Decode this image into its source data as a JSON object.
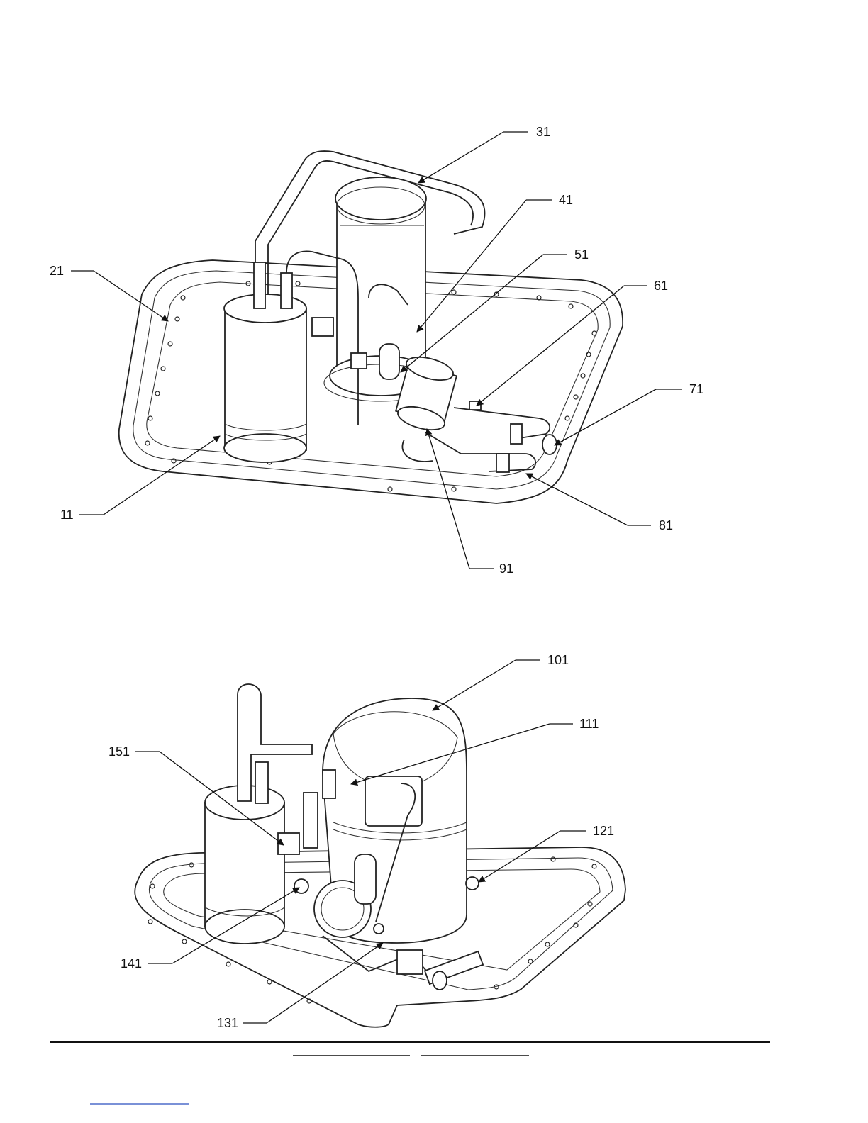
{
  "diagram": {
    "top_assembly": {
      "callouts": [
        {
          "id": "c31",
          "label": "31"
        },
        {
          "id": "c41",
          "label": "41"
        },
        {
          "id": "c51",
          "label": "51"
        },
        {
          "id": "c61",
          "label": "61"
        },
        {
          "id": "c21",
          "label": "21"
        },
        {
          "id": "c71",
          "label": "71"
        },
        {
          "id": "c11",
          "label": "11"
        },
        {
          "id": "c81",
          "label": "81"
        },
        {
          "id": "c91",
          "label": "91"
        }
      ]
    },
    "bottom_assembly": {
      "callouts": [
        {
          "id": "c101",
          "label": "101"
        },
        {
          "id": "c111",
          "label": "111"
        },
        {
          "id": "c151",
          "label": "151"
        },
        {
          "id": "c121",
          "label": "121"
        },
        {
          "id": "c141",
          "label": "141"
        },
        {
          "id": "c131",
          "label": "131"
        }
      ]
    }
  }
}
